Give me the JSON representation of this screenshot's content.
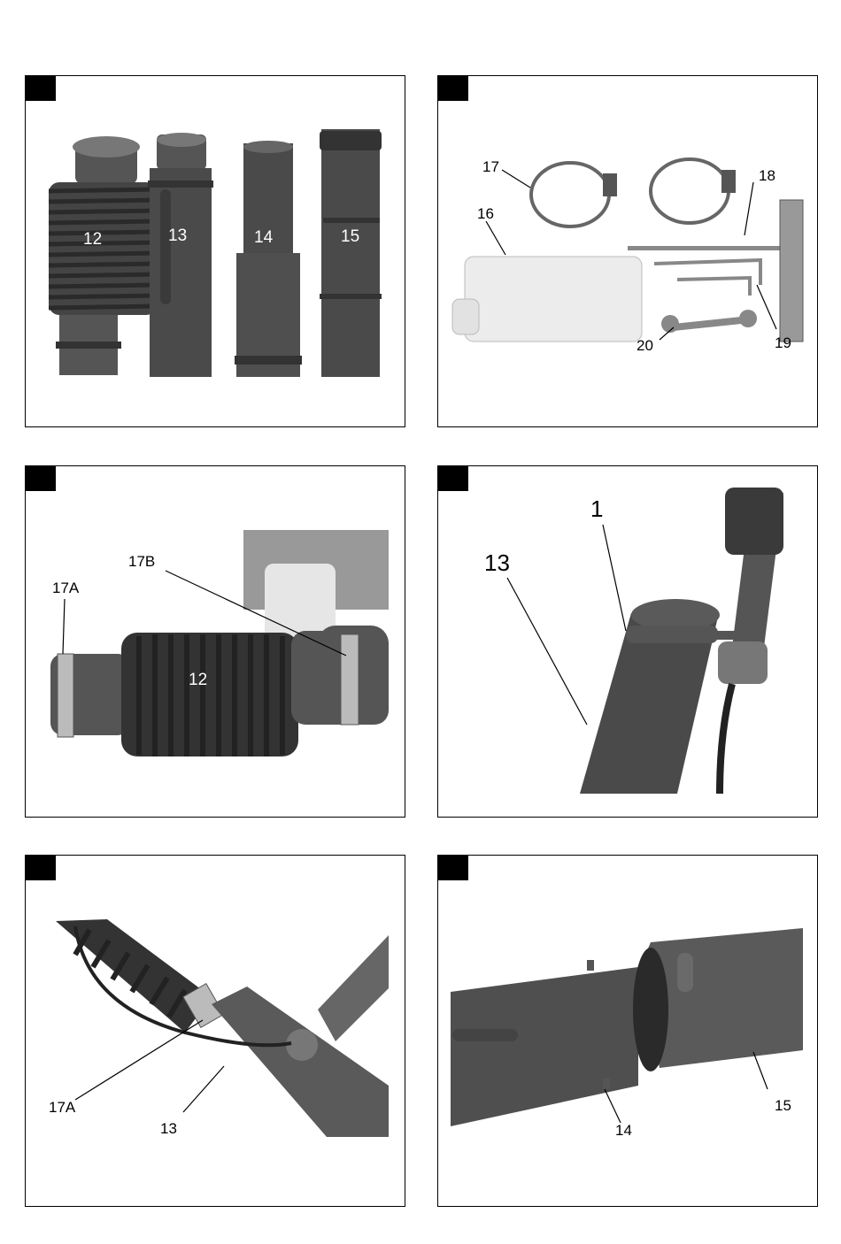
{
  "figures": [
    {
      "labels": {
        "l12": "12",
        "l13": "13",
        "l14": "14",
        "l15": "15"
      }
    },
    {
      "labels": {
        "l16": "16",
        "l17": "17",
        "l18": "18",
        "l19": "19",
        "l20": "20"
      }
    },
    {
      "labels": {
        "l17a": "17A",
        "l17b": "17B",
        "l12": "12"
      }
    },
    {
      "labels": {
        "l1": "1",
        "l13": "13"
      }
    },
    {
      "labels": {
        "l17a": "17A",
        "l13": "13"
      }
    },
    {
      "labels": {
        "l14": "14",
        "l15": "15"
      }
    }
  ]
}
